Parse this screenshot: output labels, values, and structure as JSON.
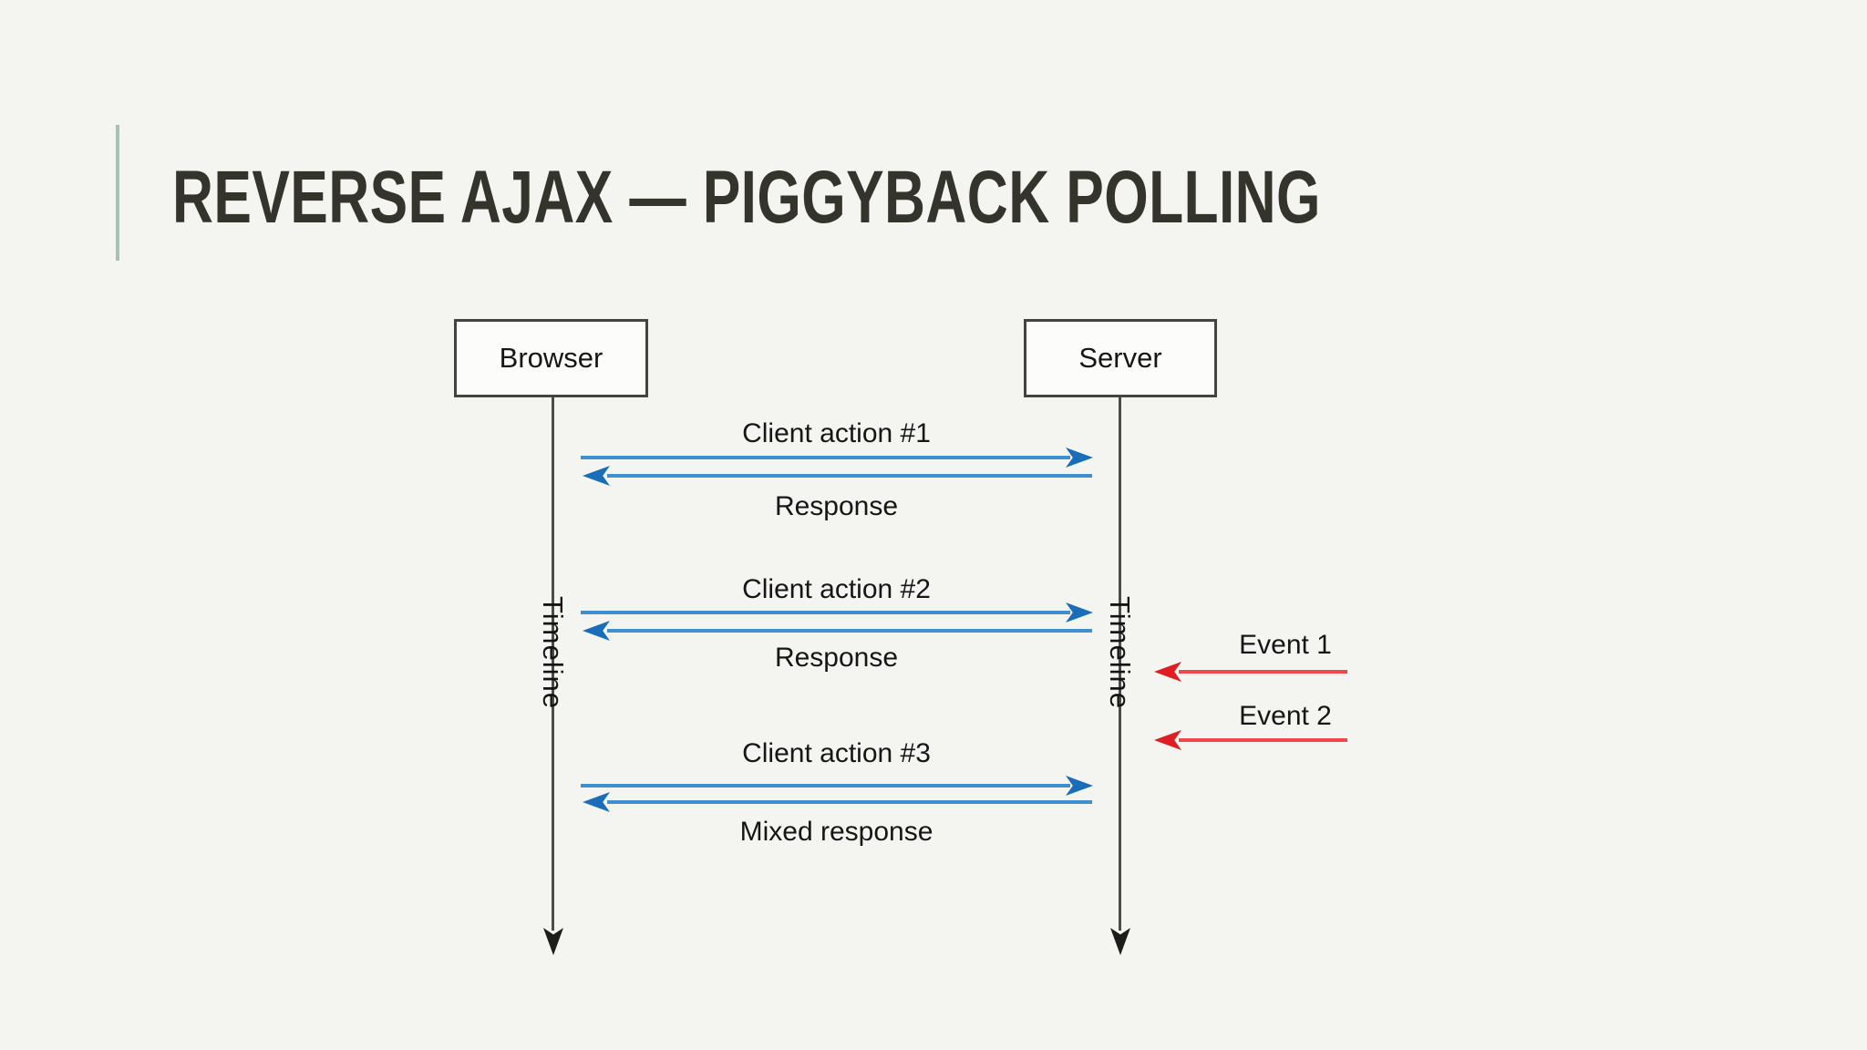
{
  "slide": {
    "title": "REVERSE AJAX — PIGGYBACK POLLING",
    "colors": {
      "background": "#f4f5f1",
      "accent_bar": "#a9c0b4",
      "title_text": "#34342d"
    }
  },
  "diagram": {
    "actors": [
      {
        "label": "Browser"
      },
      {
        "label": "Server"
      }
    ],
    "timeline_label": "Timeline",
    "exchanges": [
      {
        "request": "Client action #1",
        "response": "Response"
      },
      {
        "request": "Client action #2",
        "response": "Response"
      },
      {
        "request": "Client action #3",
        "response": "Mixed response"
      }
    ],
    "events": [
      {
        "label": "Event 1"
      },
      {
        "label": "Event 2"
      }
    ],
    "colors": {
      "request_response_arrows": "#3f90d0",
      "event_arrows": "#e01d25",
      "lifeline": "#4c4c4a",
      "label_text": "#161616"
    }
  }
}
